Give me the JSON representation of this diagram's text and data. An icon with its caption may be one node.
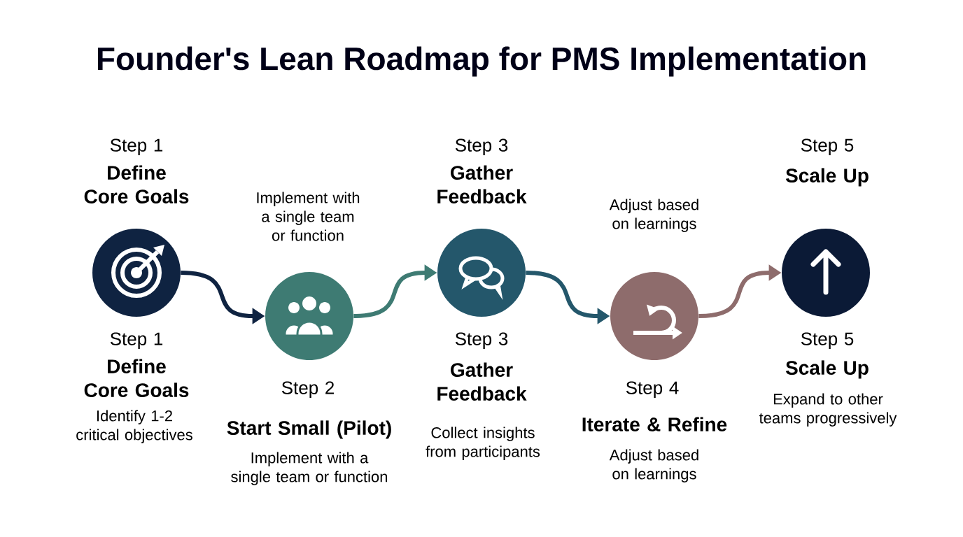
{
  "diagram": {
    "title": "Founder's Lean Roadmap for PMS Implementation",
    "nodes": [
      {
        "text": [],
        "shape": "circle",
        "beside": [
          "Step 1",
          "Define Core Goals",
          "Step 1",
          "Define Core Goals",
          "Identify 1-2 critical objectives"
        ]
      },
      {
        "text": [],
        "shape": "circle",
        "beside": [
          "Implement with a single team or function",
          "Step 2",
          "Start Small (Pilot)",
          "Implement with a single team or function"
        ]
      },
      {
        "text": [],
        "shape": "circle",
        "beside": [
          "Step 3",
          "Gather Feedback",
          "Step 3",
          "Gather Feedback",
          "Collect insights from participants"
        ]
      },
      {
        "text": [],
        "shape": "circle",
        "beside": [
          "Adjust based on learnings",
          "Step 4",
          "Iterate & Refine",
          "Adjust based on learnings"
        ]
      },
      {
        "text": [],
        "shape": "circle",
        "beside": [
          "Step 5",
          "Scale Up",
          "Step 5",
          "Scale Up",
          "Expand to other teams progressively"
        ]
      }
    ],
    "edges": [
      {
        "from": 0,
        "to": 1,
        "arrow": "to",
        "color": "#0f2341"
      },
      {
        "from": 1,
        "to": 2,
        "arrow": "to",
        "color": "#3e7b73"
      },
      {
        "from": 2,
        "to": 3,
        "arrow": "to",
        "color": "#24576b"
      },
      {
        "from": 3,
        "to": 4,
        "arrow": "to",
        "color": "#8e6c6c"
      }
    ]
  }
}
